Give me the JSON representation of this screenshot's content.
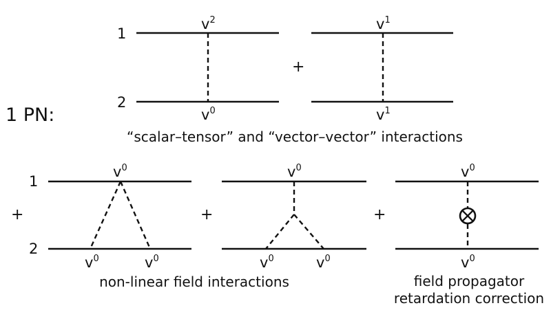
{
  "heading": "1 PN:",
  "particles": {
    "p1": "1",
    "p2": "2"
  },
  "plus": "+",
  "v": "v",
  "exp": {
    "e0": "0",
    "e1": "1",
    "e2": "2"
  },
  "captions": {
    "top": "“scalar–tensor” and “vector–vector” interactions",
    "nonlinear": "non-linear field interactions",
    "retardation_line1": "field propagator",
    "retardation_line2": "retardation correction"
  },
  "icons": {
    "vertex_marker": "circled-times-icon"
  }
}
